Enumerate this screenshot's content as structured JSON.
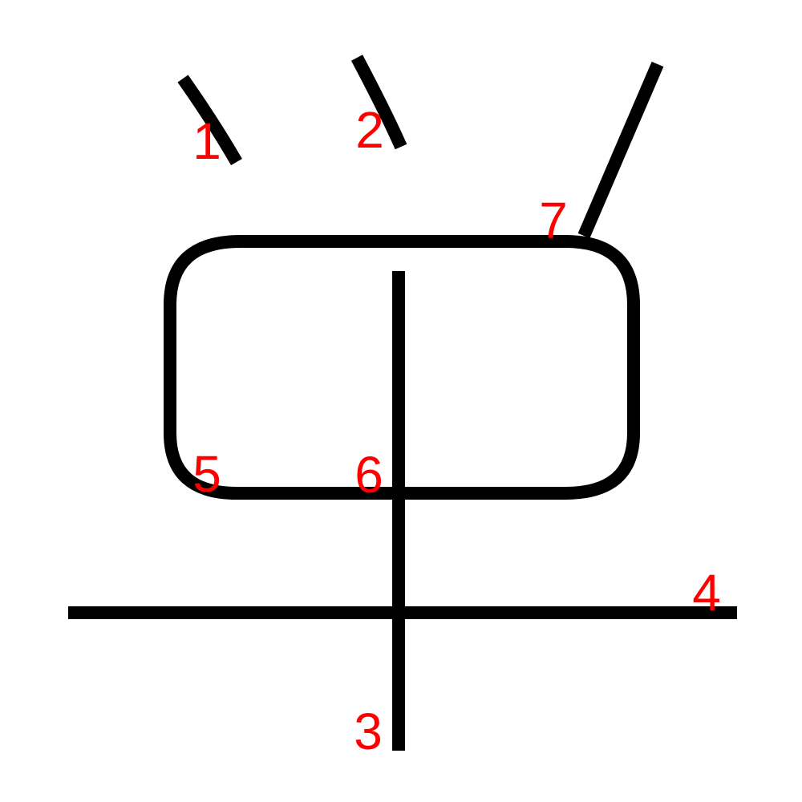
{
  "colors": {
    "stroke": "#000000",
    "label": "#ff0000",
    "background": "#ffffff"
  },
  "strokes": [
    {
      "id": 1,
      "label": "1"
    },
    {
      "id": 2,
      "label": "2"
    },
    {
      "id": 3,
      "label": "3"
    },
    {
      "id": 4,
      "label": "4"
    },
    {
      "id": 5,
      "label": "5"
    },
    {
      "id": 6,
      "label": "6"
    },
    {
      "id": 7,
      "label": "7"
    }
  ]
}
